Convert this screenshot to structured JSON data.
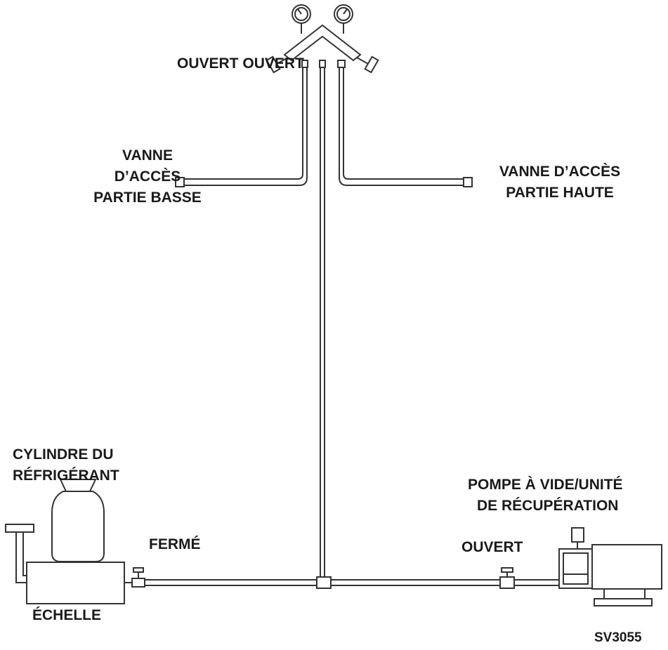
{
  "manifold": {
    "left_valve_label": "OUVERT",
    "right_valve_label": "OUVERT"
  },
  "low_side": {
    "line1": "VANNE",
    "line2": "D’ACCÈS",
    "line3": "PARTIE BASSE"
  },
  "high_side": {
    "line1": "VANNE D’ACCÈS",
    "line2": "PARTIE HAUTE"
  },
  "cylinder": {
    "line1": "CYLINDRE DU",
    "line2": "RÉFRIGÉRANT"
  },
  "scale": {
    "label": "ÉCHELLE"
  },
  "cylinder_valve": {
    "label": "FERMÉ"
  },
  "pump_valve": {
    "label": "OUVERT"
  },
  "pump": {
    "line1": "POMPE À VIDE/UNITÉ",
    "line2": "DE RÉCUPÉRATION"
  },
  "figure_code": "SV3055"
}
